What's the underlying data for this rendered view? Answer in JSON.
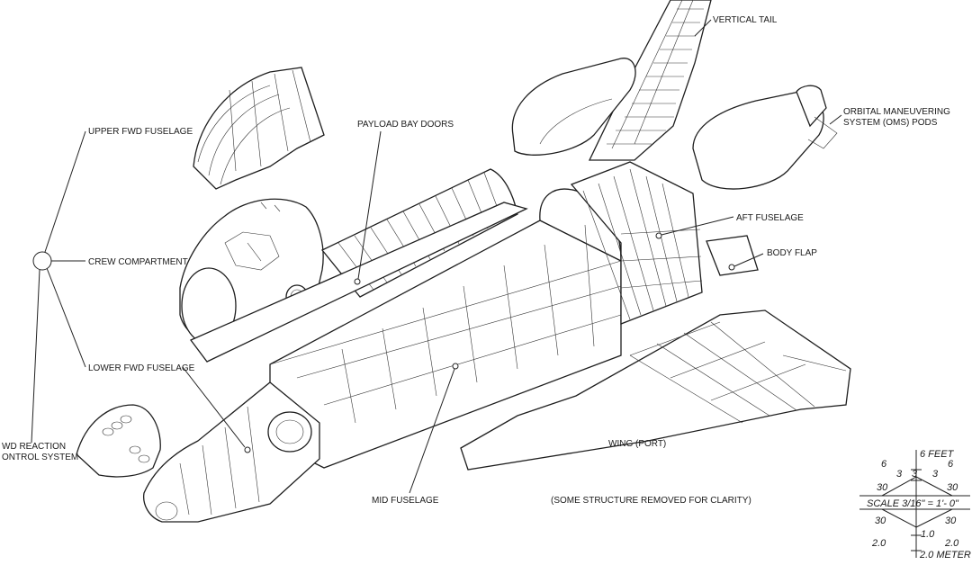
{
  "labels": {
    "vertical_tail": "VERTICAL TAIL",
    "oms_line1": "ORBITAL MANEUVERING",
    "oms_line2": "SYSTEM (OMS) PODS",
    "upper_fwd_fuselage": "UPPER FWD FUSELAGE",
    "payload_bay_doors": "PAYLOAD BAY DOORS",
    "aft_fuselage": "AFT FUSELAGE",
    "body_flap": "BODY FLAP",
    "crew_compartment": "CREW COMPARTMENT",
    "lower_fwd_fuselage": "LOWER FWD FUSELAGE",
    "rcs_line1": "WD REACTION",
    "rcs_line2": "ONTROL SYSTEM",
    "wing_port": "WING (PORT)",
    "mid_fuselage": "MID FUSELAGE",
    "note": "(SOME STRUCTURE REMOVED FOR CLARITY)"
  },
  "scale": {
    "feet_label": "6 FEET",
    "meter_label": "2.0 METER",
    "scale_text": "SCALE  3/16\" = 1'- 0\"",
    "upper_left_6": "6",
    "upper_left_3": "3",
    "upper_mid_3": "3",
    "upper_right_3": "3",
    "upper_right_6": "6",
    "upper_left_30": "30",
    "upper_right_30": "30",
    "lower_left_30": "30",
    "lower_right_30": "30",
    "lower_mid_1": "1.0",
    "lower_left_2": "2.0",
    "lower_right_2": "2.0"
  }
}
